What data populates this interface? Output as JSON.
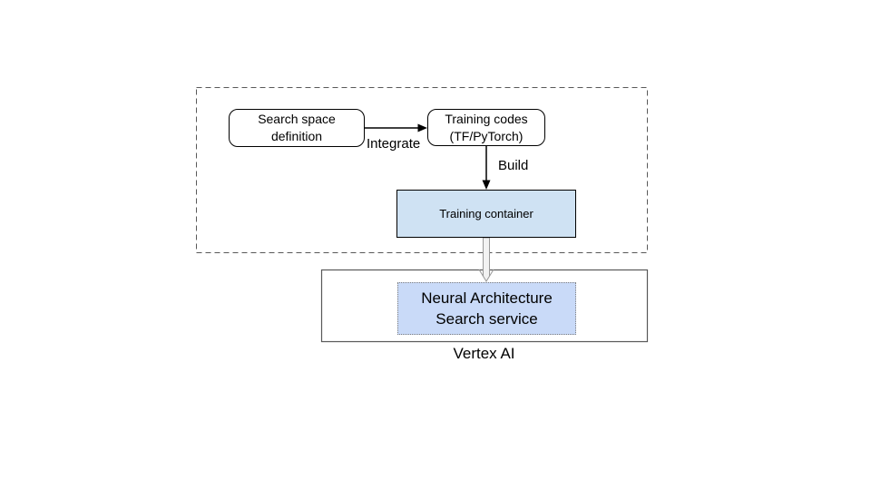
{
  "diagram": {
    "nodes": {
      "search_space": {
        "lines": [
          "Search space",
          "definition"
        ]
      },
      "training_codes": {
        "lines": [
          "Training codes",
          "(TF/PyTorch)"
        ]
      },
      "training_container": {
        "label": "Training container"
      },
      "nas_service": {
        "lines": [
          "Neural Architecture",
          "Search service"
        ]
      }
    },
    "edge_labels": {
      "integrate": "Integrate",
      "build": "Build"
    },
    "caption": "Vertex AI",
    "colors": {
      "background": "#ffffff",
      "node_border": "#000000",
      "training_container_fill": "#cfe2f3",
      "nas_service_fill": "#c9daf8",
      "nas_service_border": "#7f7f7f",
      "region_border": "#595959",
      "hollow_arrow_stroke": "#999999",
      "hollow_arrow_fill": "#f2f2f2"
    }
  }
}
